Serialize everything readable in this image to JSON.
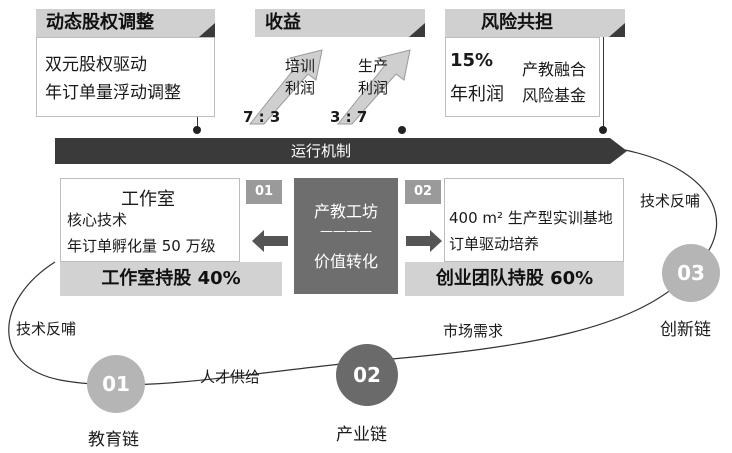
{
  "top": {
    "equity": {
      "title": "动态股权调整",
      "lines": [
        "双元股权驱动",
        "年订单量浮动调整"
      ]
    },
    "revenue": {
      "title": "收益",
      "arrow1": {
        "label_line1": "培训",
        "label_line2": "利润",
        "ratio": "7 : 3"
      },
      "arrow2": {
        "label_line1": "生产",
        "label_line2": "利润",
        "ratio": "3 : 7"
      }
    },
    "risk": {
      "title": "风险共担",
      "percent": "15%",
      "profit": "年利润",
      "fund_line1": "产教融合",
      "fund_line2": "风险基金"
    }
  },
  "mechanism_bar": {
    "label": "运行机制"
  },
  "left_panel": {
    "number": "01",
    "title": "工作室",
    "line1": "核心技术",
    "line2": "年订单孵化量 50 万级",
    "share": "工作室持股 40%"
  },
  "center_box": {
    "line1": "产教工坊",
    "divider": "————",
    "line2": "价值转化"
  },
  "right_panel": {
    "number": "02",
    "line1": "400 m² 生产型实训基地",
    "line2": "订单驱动培养",
    "share": "创业团队持股 60%"
  },
  "cycle": {
    "nodes": [
      {
        "number": "01",
        "label": "教育链"
      },
      {
        "number": "02",
        "label": "产业链"
      },
      {
        "number": "03",
        "label": "创新链"
      }
    ],
    "edge_labels": {
      "left": "技术反哺",
      "bottom": "人才供给",
      "middle": "市场需求",
      "right": "技术反哺"
    }
  },
  "colors": {
    "dark": "#3a3a3a",
    "mid_grey": "#9a9a9a",
    "light_grey": "#d2d2d2",
    "center_box": "#6e6e6e"
  }
}
